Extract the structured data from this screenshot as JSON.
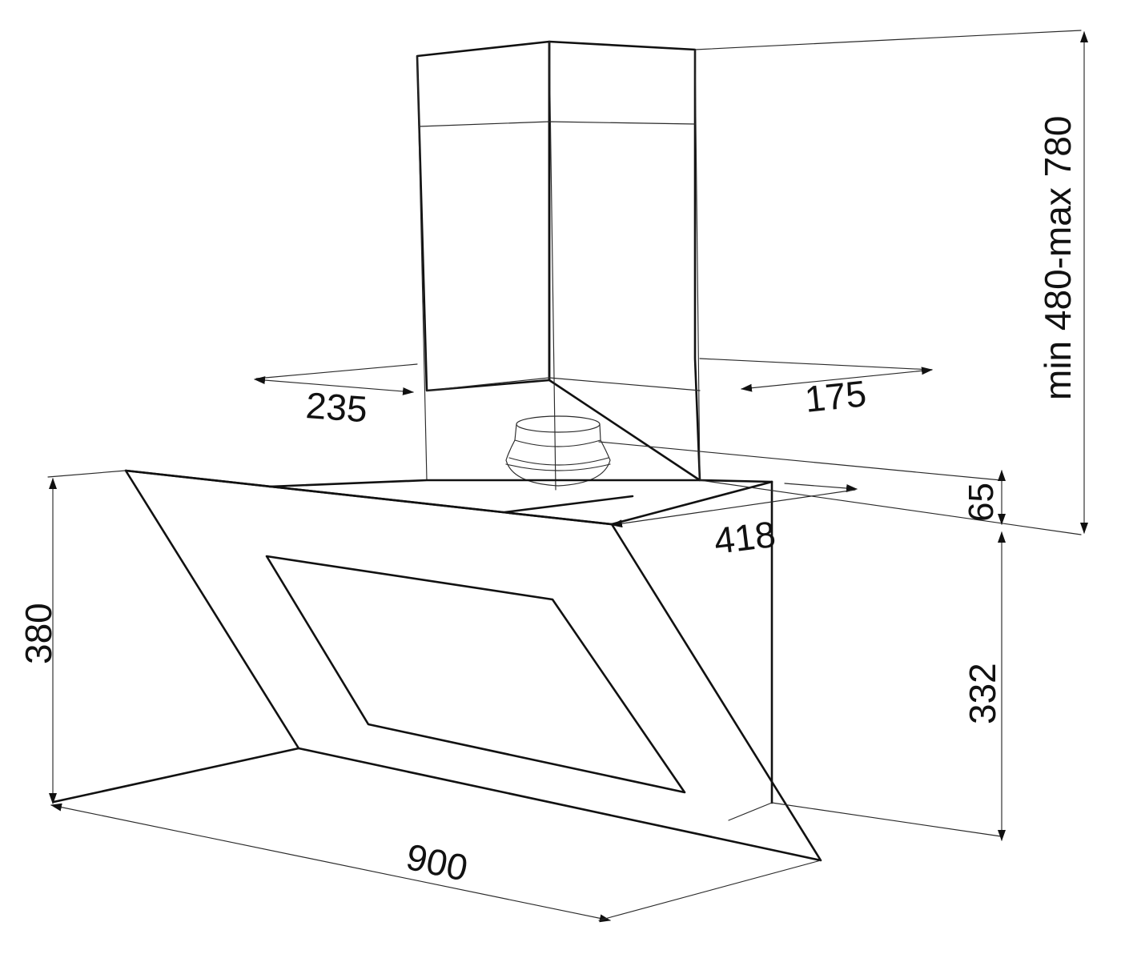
{
  "diagram": {
    "dimensions": {
      "chimney_height": "min 480-max 780",
      "chimney_left_depth": "235",
      "chimney_right_depth": "175",
      "top_offset": "65",
      "hood_depth": "418",
      "hood_front_height": "380",
      "hood_side_height": "332",
      "hood_width": "900"
    }
  }
}
